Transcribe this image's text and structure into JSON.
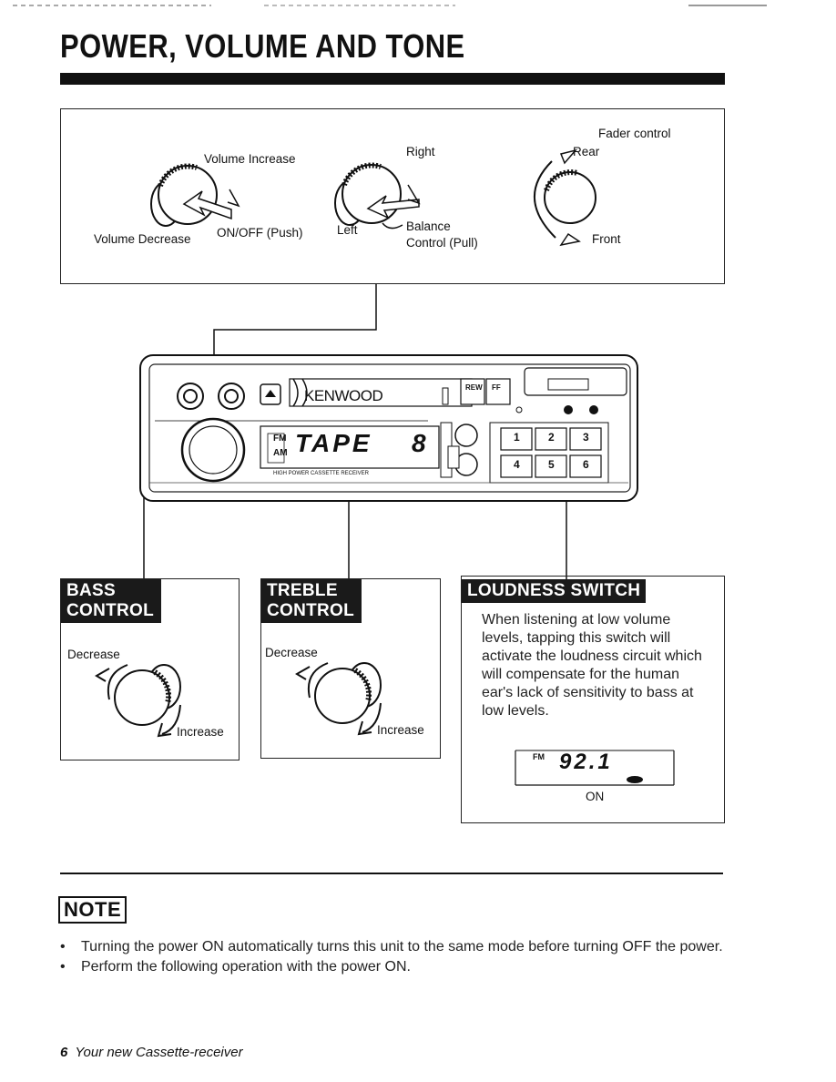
{
  "page": {
    "title": "POWER, VOLUME AND TONE",
    "page_number": "6",
    "footer_text": "Your new Cassette-receiver"
  },
  "controls": {
    "volume_increase": "Volume Increase",
    "volume_decrease": "Volume Decrease",
    "on_off": "ON/OFF (Push)",
    "right": "Right",
    "left": "Left",
    "balance_line1": "Balance",
    "balance_line2": "Control (Pull)",
    "fader_control": "Fader control",
    "rear": "Rear",
    "front": "Front"
  },
  "radio": {
    "brand": "KENWOOD",
    "display_text": "TAPE",
    "display_band_fm": "FM",
    "display_band_am": "AM",
    "display_digit": "8",
    "rew_label": "REW",
    "ff_label": "FF",
    "preset_buttons": [
      "1",
      "2",
      "3",
      "4",
      "5",
      "6"
    ],
    "model_text": "HIGH POWER  CASSETTE RECEIVER"
  },
  "bass": {
    "header_line1": "BASS",
    "header_line2": "CONTROL",
    "decrease": "Decrease",
    "increase": "Increase"
  },
  "treble": {
    "header_line1": "TREBLE",
    "header_line2": "CONTROL",
    "decrease": "Decrease",
    "increase": "Increase"
  },
  "loudness": {
    "header": "LOUDNESS SWITCH",
    "description": "When listening at low volume levels, tapping this switch will activate the loudness circuit which will compensate for the human ear's lack of sensitivity to bass at low levels.",
    "display_band": "FM",
    "display_freq": "92.1",
    "on_label": "ON"
  },
  "note": {
    "heading": "NOTE",
    "bullet": "•",
    "items": [
      "Turning the power ON automatically turns this unit to the same mode before turning OFF the power.",
      "Perform the following operation with the power ON."
    ]
  }
}
